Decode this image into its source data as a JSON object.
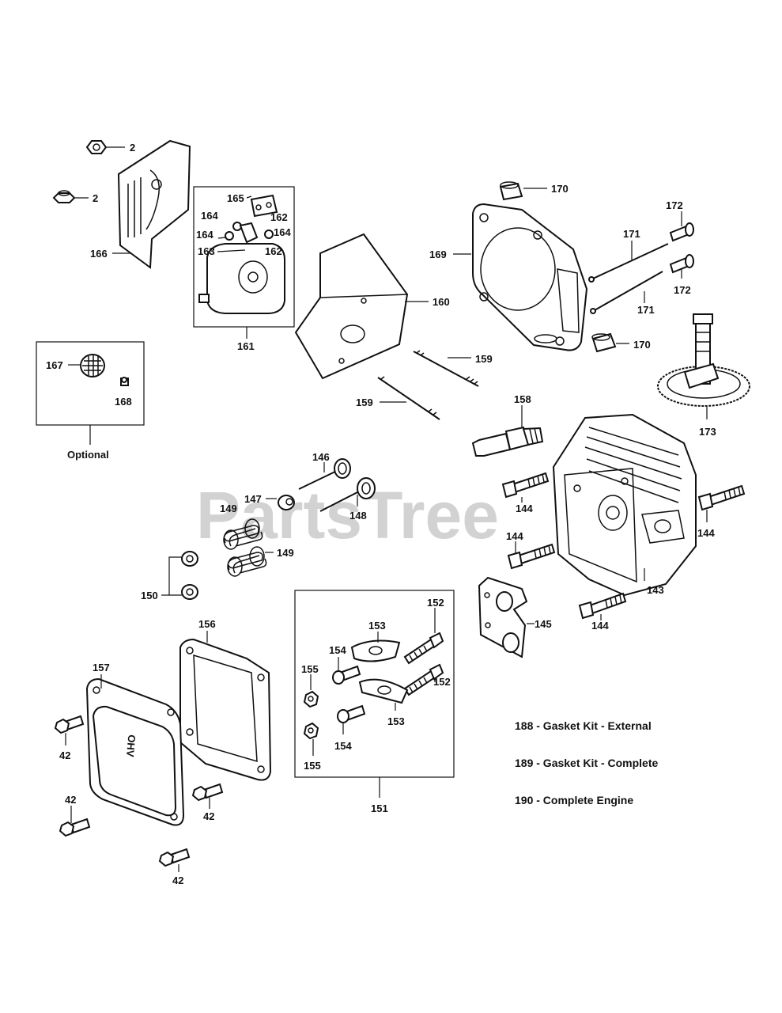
{
  "watermark": "PartsTree",
  "labels": {
    "l2a": "2",
    "l2b": "2",
    "l166": "166",
    "l165": "165",
    "l164a": "164",
    "l162a": "162",
    "l164b": "164",
    "l164c": "164",
    "l163": "163",
    "l162b": "162",
    "l161": "161",
    "l160": "160",
    "l167": "167",
    "l168": "168",
    "optional": "Optional",
    "l170a": "170",
    "l170b": "170",
    "l169": "169",
    "l171a": "171",
    "l171b": "171",
    "l172a": "172",
    "l172b": "172",
    "l173": "173",
    "l159a": "159",
    "l159b": "159",
    "l158": "158",
    "l146": "146",
    "l147": "147",
    "l148": "148",
    "l149a": "149",
    "l149b": "149",
    "l150": "150",
    "l144a": "144",
    "l144b": "144",
    "l144c": "144",
    "l144d": "144",
    "l143": "143",
    "l145": "145",
    "l156": "156",
    "l157": "157",
    "l42a": "42",
    "l42b": "42",
    "l42c": "42",
    "l42d": "42",
    "l152a": "152",
    "l152b": "152",
    "l153a": "153",
    "l153b": "153",
    "l154a": "154",
    "l154b": "154",
    "l155a": "155",
    "l155b": "155",
    "l151": "151",
    "ohv": "OHV"
  },
  "notes": [
    "188 - Gasket Kit - External",
    "189 - Gasket Kit - Complete",
    "190 - Complete Engine"
  ]
}
